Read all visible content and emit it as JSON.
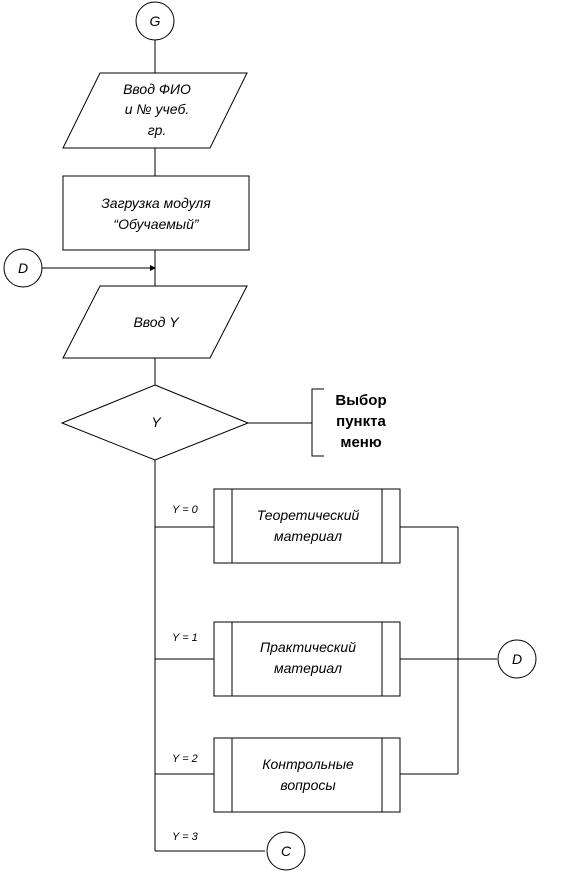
{
  "connectors": {
    "g_top": "G",
    "d_left": "D",
    "d_right": "D",
    "c_bottom": "C"
  },
  "blocks": {
    "input_fio": [
      "Ввод ФИО",
      "и № учеб.",
      "гр."
    ],
    "load_module": [
      "Загрузка модуля",
      "“Обучаемый”"
    ],
    "input_y": [
      "Ввод Y"
    ],
    "decision": [
      "Y"
    ],
    "comment": [
      "Выбор",
      "пункта",
      "меню"
    ],
    "theory": [
      "Теоретический",
      "материал"
    ],
    "practice": [
      "Практический",
      "материал"
    ],
    "control": [
      "Контрольные",
      "вопросы"
    ]
  },
  "branch_labels": {
    "y0": "Y = 0",
    "y1": "Y = 1",
    "y2": "Y = 2",
    "y3": "Y = 3"
  }
}
